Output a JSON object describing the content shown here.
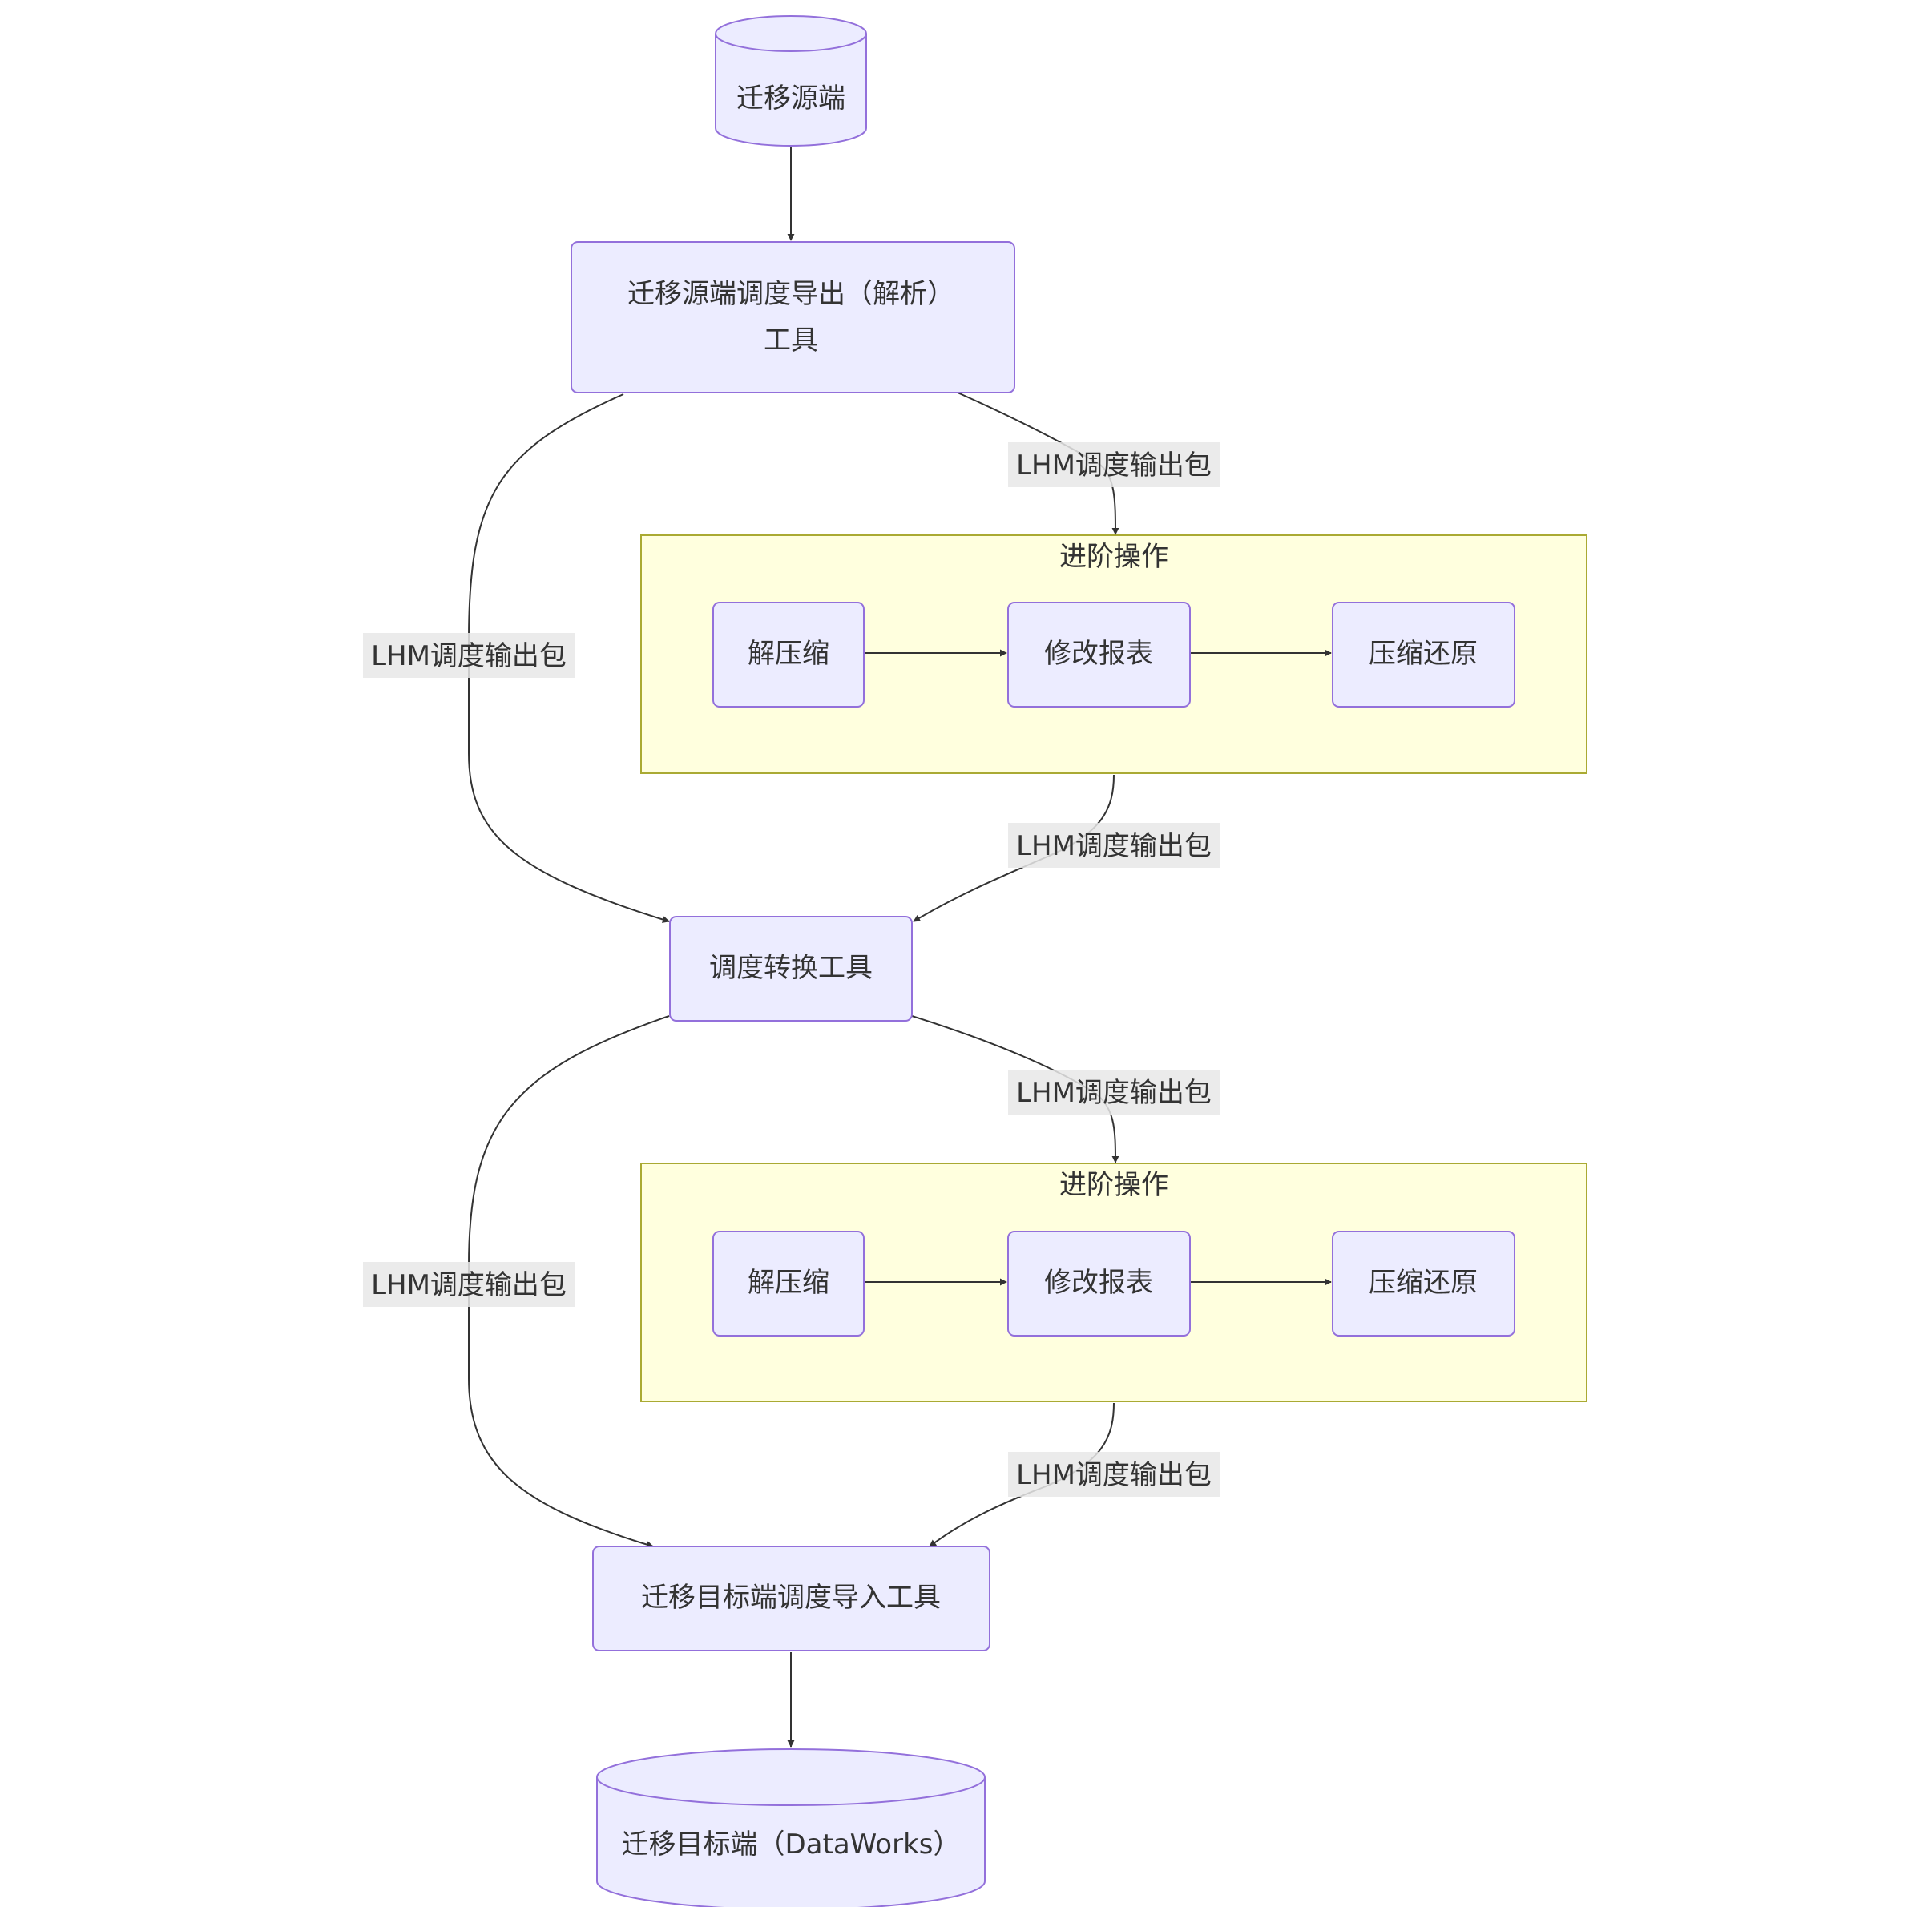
{
  "colors": {
    "node_fill": "#ECECFF",
    "node_stroke": "#9370DB",
    "group_fill": "#FFFFDE",
    "group_stroke": "#AAAA33",
    "edge": "#333333",
    "label_bg": "#E8E8E8",
    "text": "#333333"
  },
  "nodes": {
    "source_db": "迁移源端",
    "export_tool_line1": "迁移源端调度导出（解析）",
    "export_tool_line2": "工具",
    "convert_tool": "调度转换工具",
    "import_tool": "迁移目标端调度导入工具",
    "target_db": "迁移目标端（DataWorks）"
  },
  "groups": [
    {
      "title": "进阶操作",
      "steps": [
        "解压缩",
        "修改报表",
        "压缩还原"
      ]
    },
    {
      "title": "进阶操作",
      "steps": [
        "解压缩",
        "修改报表",
        "压缩还原"
      ]
    }
  ],
  "edge_labels": {
    "export_to_group1": "LHM调度输出包",
    "export_to_convert": "LHM调度输出包",
    "group1_to_convert": "LHM调度输出包",
    "convert_to_group2": "LHM调度输出包",
    "convert_to_import": "LHM调度输出包",
    "group2_to_import": "LHM调度输出包"
  }
}
